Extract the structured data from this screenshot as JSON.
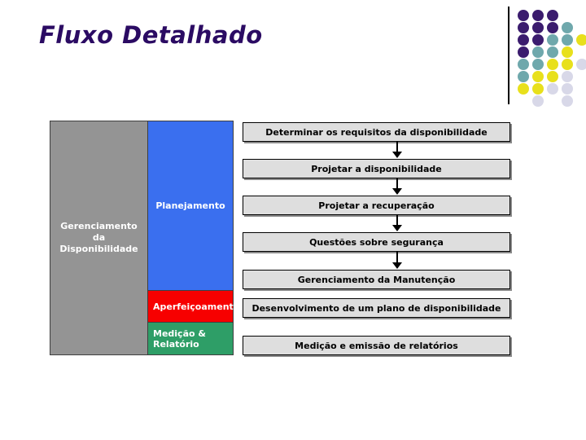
{
  "slide": {
    "title": "Fluxo Detalhado",
    "title_color": "#2B0B63",
    "background": "#FFFFFF"
  },
  "decoration": {
    "name": "dot-grid",
    "colors": {
      "dark_purple": "#3B1C6E",
      "teal": "#6FA8AC",
      "yellow": "#E8E01C",
      "lavender": "#D8D8E8"
    },
    "dots": [
      {
        "col": 0,
        "row": 0,
        "color": "#3B1C6E"
      },
      {
        "col": 1,
        "row": 0,
        "color": "#3B1C6E"
      },
      {
        "col": 2,
        "row": 0,
        "color": "#3B1C6E"
      },
      {
        "col": 0,
        "row": 1,
        "color": "#3B1C6E"
      },
      {
        "col": 1,
        "row": 1,
        "color": "#3B1C6E"
      },
      {
        "col": 2,
        "row": 1,
        "color": "#3B1C6E"
      },
      {
        "col": 3,
        "row": 1,
        "color": "#6FA8AC"
      },
      {
        "col": 0,
        "row": 2,
        "color": "#3B1C6E"
      },
      {
        "col": 1,
        "row": 2,
        "color": "#3B1C6E"
      },
      {
        "col": 2,
        "row": 2,
        "color": "#6FA8AC"
      },
      {
        "col": 3,
        "row": 2,
        "color": "#6FA8AC"
      },
      {
        "col": 4,
        "row": 2,
        "color": "#E8E01C"
      },
      {
        "col": 0,
        "row": 3,
        "color": "#3B1C6E"
      },
      {
        "col": 1,
        "row": 3,
        "color": "#6FA8AC"
      },
      {
        "col": 2,
        "row": 3,
        "color": "#6FA8AC"
      },
      {
        "col": 3,
        "row": 3,
        "color": "#E8E01C"
      },
      {
        "col": 0,
        "row": 4,
        "color": "#6FA8AC"
      },
      {
        "col": 1,
        "row": 4,
        "color": "#6FA8AC"
      },
      {
        "col": 2,
        "row": 4,
        "color": "#E8E01C"
      },
      {
        "col": 3,
        "row": 4,
        "color": "#E8E01C"
      },
      {
        "col": 4,
        "row": 4,
        "color": "#D8D8E8"
      },
      {
        "col": 0,
        "row": 5,
        "color": "#6FA8AC"
      },
      {
        "col": 1,
        "row": 5,
        "color": "#E8E01C"
      },
      {
        "col": 2,
        "row": 5,
        "color": "#E8E01C"
      },
      {
        "col": 3,
        "row": 5,
        "color": "#D8D8E8"
      },
      {
        "col": 0,
        "row": 6,
        "color": "#E8E01C"
      },
      {
        "col": 1,
        "row": 6,
        "color": "#E8E01C"
      },
      {
        "col": 2,
        "row": 6,
        "color": "#D8D8E8"
      },
      {
        "col": 3,
        "row": 6,
        "color": "#D8D8E8"
      },
      {
        "col": 1,
        "row": 7,
        "color": "#D8D8E8"
      },
      {
        "col": 3,
        "row": 7,
        "color": "#D8D8E8"
      }
    ]
  },
  "diagram": {
    "lanes": [
      {
        "id": "overall",
        "label": "Gerenciamento\nda\nDisponibilidade",
        "color": "#949494",
        "text_color": "#FFFFFF"
      },
      {
        "id": "planejamento",
        "label": "Planejamento",
        "color": "#3A6FEF",
        "text_color": "#FFFFFF"
      },
      {
        "id": "aperfeicoamento",
        "label": "Aperfeiçoamento",
        "color": "#F70000",
        "text_color": "#FFFFFF"
      },
      {
        "id": "medicao",
        "label": "Medição &\nRelatório",
        "color": "#2E9E67",
        "text_color": "#FFFFFF"
      }
    ],
    "process_boxes": [
      {
        "index": 1,
        "label": "Determinar os requisitos da disponibilidade",
        "lane": "planejamento"
      },
      {
        "index": 2,
        "label": "Projetar a disponibilidade",
        "lane": "planejamento"
      },
      {
        "index": 3,
        "label": "Projetar a recuperação",
        "lane": "planejamento"
      },
      {
        "index": 4,
        "label": "Questões sobre segurança",
        "lane": "planejamento"
      },
      {
        "index": 5,
        "label": "Gerenciamento da Manutenção",
        "lane": "planejamento"
      },
      {
        "index": 6,
        "label": "Desenvolvimento de um plano de disponibilidade",
        "lane": "aperfeicoamento"
      },
      {
        "index": 7,
        "label": "Medição e emissão de relatórios",
        "lane": "medicao"
      }
    ],
    "connectors": [
      {
        "from": 1,
        "to": 2,
        "type": "arrow-down"
      },
      {
        "from": 2,
        "to": 3,
        "type": "arrow-down"
      },
      {
        "from": 3,
        "to": 4,
        "type": "arrow-down"
      },
      {
        "from": 4,
        "to": 5,
        "type": "arrow-down"
      }
    ],
    "box_fill": "#DEDEDE",
    "box_border": "#000000"
  }
}
